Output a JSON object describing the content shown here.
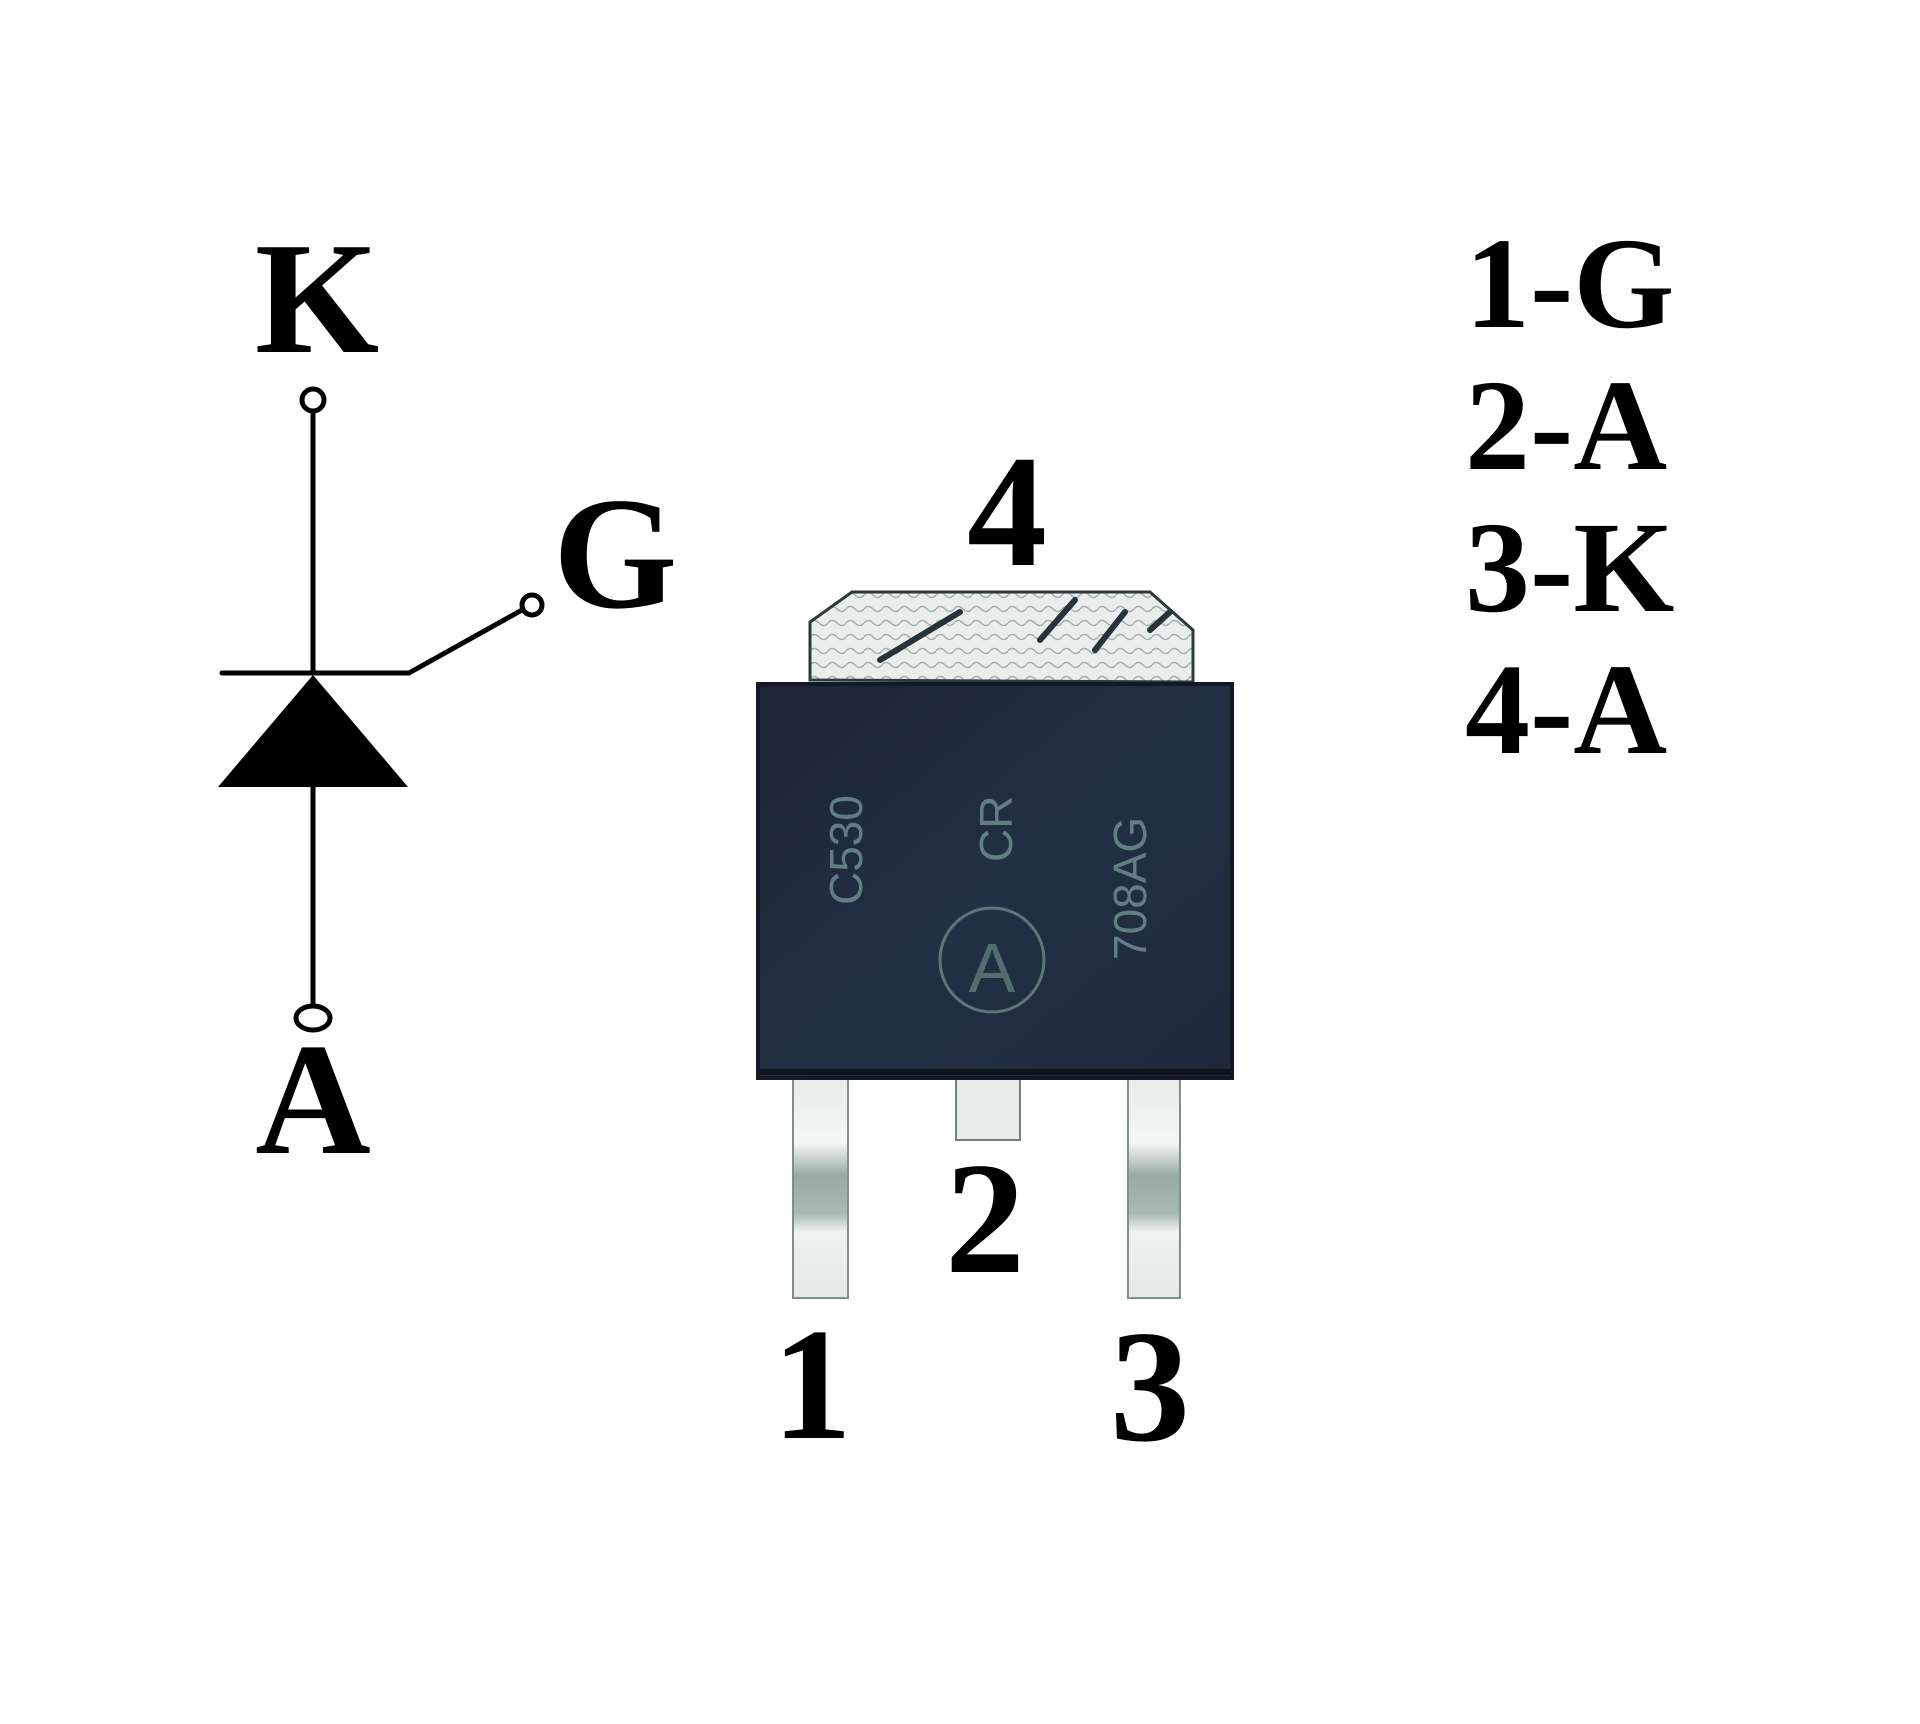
{
  "symbol": {
    "title": "SCR thyristor symbol",
    "terminal_k": "K",
    "terminal_g": "G",
    "terminal_a": "A"
  },
  "package": {
    "tab_pin_label": "4",
    "pin_labels": [
      "1",
      "2",
      "3"
    ],
    "marking_line1": "C530",
    "marking_line2": "CR",
    "marking_line3": "708AG",
    "logo_letter": "A",
    "colors": {
      "body": "#1f2c3d",
      "body_edge": "#111922",
      "lead_metal": "#dfe6e3",
      "lead_shade": "#8fa39d",
      "marking": "#6f8c8e"
    }
  },
  "pinout": {
    "rows": [
      {
        "pin": "1",
        "function": "G",
        "text": "1-G"
      },
      {
        "pin": "2",
        "function": "A",
        "text": "2-A"
      },
      {
        "pin": "3",
        "function": "K",
        "text": "3-K"
      },
      {
        "pin": "4",
        "function": "A",
        "text": "4-A"
      }
    ]
  }
}
